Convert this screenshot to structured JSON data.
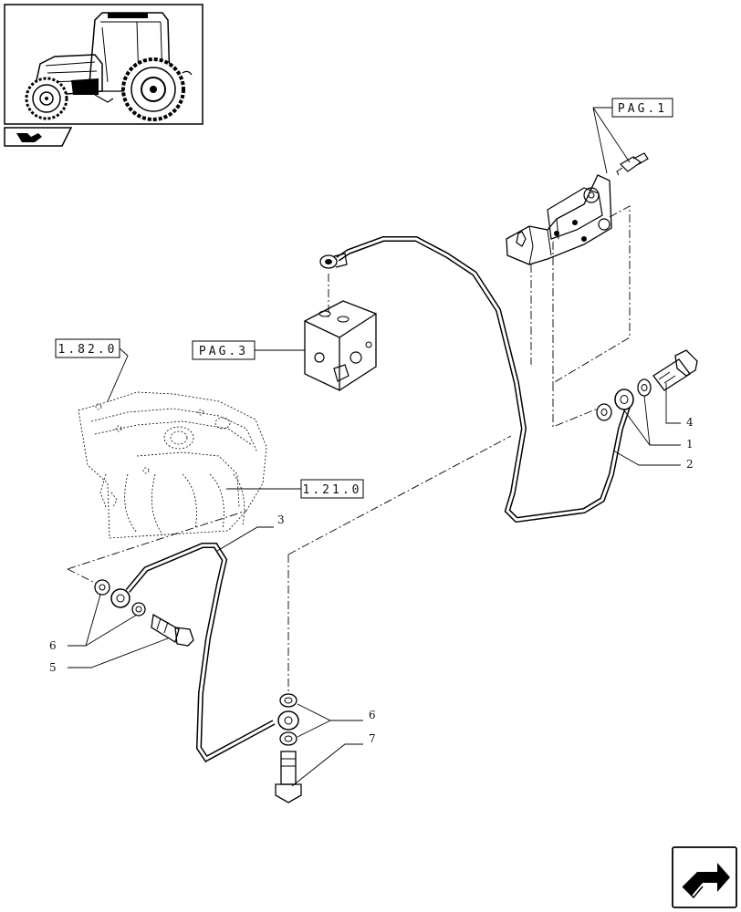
{
  "references": [
    {
      "id": "pag1",
      "label": "PAG.1"
    },
    {
      "id": "pag3",
      "label": "PAG.3"
    },
    {
      "id": "ref1820",
      "label": "1.82.0"
    },
    {
      "id": "ref1210",
      "label": "1.21.0"
    }
  ],
  "callouts": [
    "1",
    "2",
    "3",
    "4",
    "5",
    "6",
    "6",
    "7"
  ],
  "icons": {
    "thumbnail": "tractor-thumbnail-icon",
    "book": "book-arrow-icon",
    "nav": "navigation-arrow-icon"
  }
}
